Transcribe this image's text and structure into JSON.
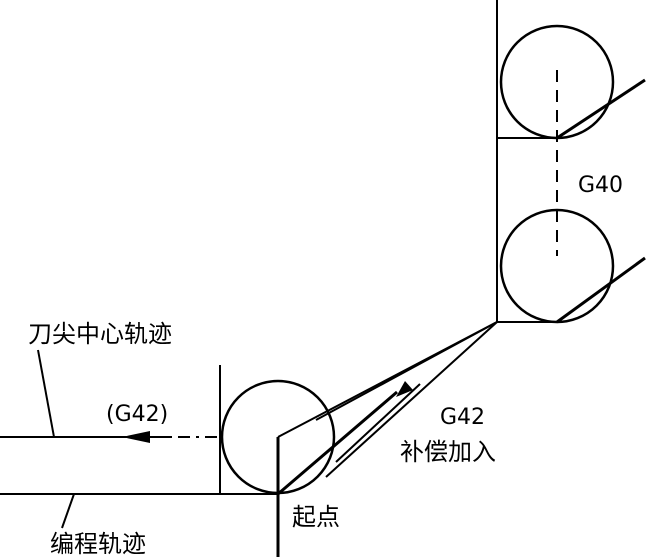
{
  "labels": {
    "tool_tip_center_path": "刀尖中心轨迹",
    "programmed_path": "编程轨迹",
    "g42_paren": "(G42)",
    "g40": "G40",
    "g42": "G42",
    "compensation_added": "补偿加入",
    "start_point": "起点"
  }
}
